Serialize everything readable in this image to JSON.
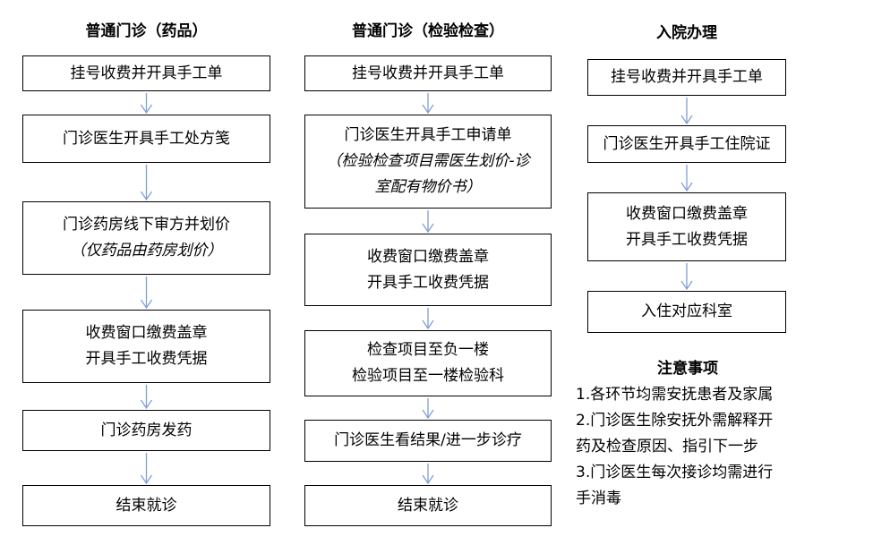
{
  "columns": [
    {
      "title": "普通门诊（药品）",
      "steps": [
        {
          "lines": [
            "挂号收费并开具手工单"
          ]
        },
        {
          "lines": [
            "门诊医生开具手工处方笺"
          ]
        },
        {
          "lines": [
            "门诊药房线下审方并划价"
          ],
          "sub": [
            "（仅药品由药房划价）"
          ]
        },
        {
          "lines": [
            "收费窗口缴费盖章",
            "开具手工收费凭据"
          ]
        },
        {
          "lines": [
            "门诊药房发药"
          ]
        },
        {
          "lines": [
            "结束就诊"
          ]
        }
      ]
    },
    {
      "title": "普通门诊（检验检查）",
      "steps": [
        {
          "lines": [
            "挂号收费并开具手工单"
          ]
        },
        {
          "lines": [
            "门诊医生开具手工申请单"
          ],
          "sub": [
            "（检验检查项目需医生划价-诊",
            "室配有物价书）"
          ]
        },
        {
          "lines": [
            "收费窗口缴费盖章",
            "开具手工收费凭据"
          ]
        },
        {
          "lines": [
            "检查项目至负一楼",
            "检验项目至一楼检验科"
          ]
        },
        {
          "lines": [
            "门诊医生看结果/进一步诊疗"
          ]
        },
        {
          "lines": [
            "结束就诊"
          ]
        }
      ]
    },
    {
      "title": "入院办理",
      "steps": [
        {
          "lines": [
            "挂号收费并开具手工单"
          ]
        },
        {
          "lines": [
            "门诊医生开具手工住院证"
          ]
        },
        {
          "lines": [
            "收费窗口缴费盖章",
            "开具手工收费凭据"
          ]
        },
        {
          "lines": [
            "入住对应科室"
          ]
        }
      ]
    }
  ],
  "notes": {
    "title": "注意事项",
    "lines": [
      "1.各环节均需安抚患者及家属",
      "2.门诊医生除安抚外需解释开",
      "药及检查原因、指引下一步",
      "3.门诊医生每次接诊均需进行",
      "手消毒"
    ]
  },
  "colors": {
    "arrow": "#7f9fd6",
    "highlight": "#f25a5a"
  }
}
